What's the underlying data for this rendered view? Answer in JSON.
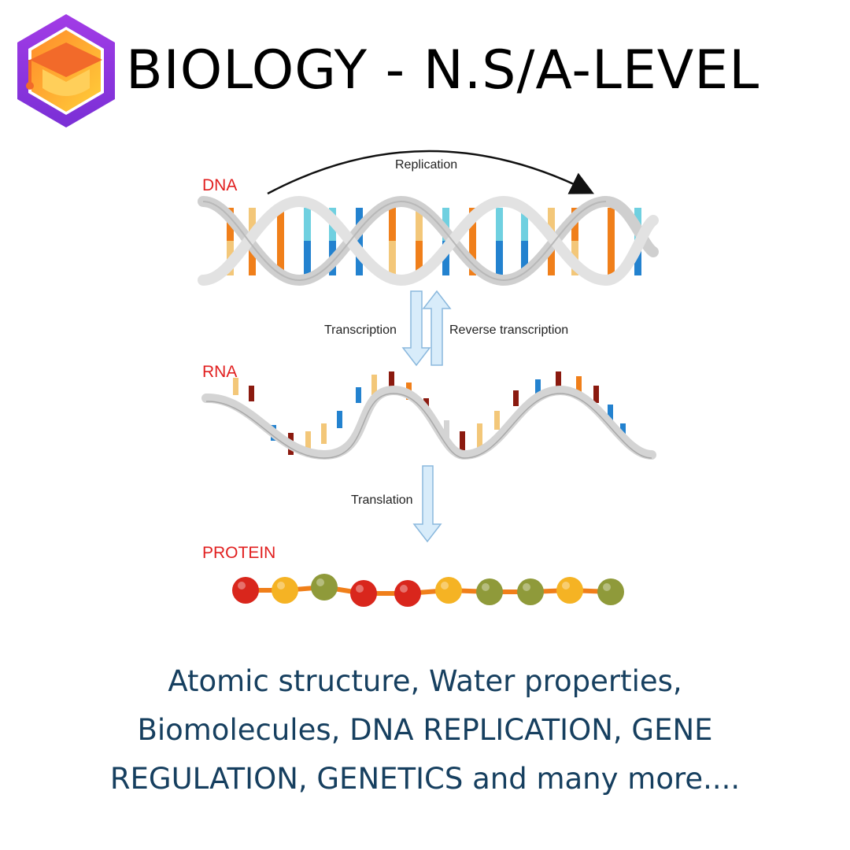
{
  "header": {
    "title": "BIOLOGY - N.S/A-LEVEL",
    "logo_icon": "graduation-cap-hexagon-icon"
  },
  "diagram": {
    "labels": {
      "dna": "DNA",
      "rna": "RNA",
      "protein": "PROTEIN",
      "replication": "Replication",
      "transcription": "Transcription",
      "reverse_transcription": "Reverse transcription",
      "translation": "Translation"
    },
    "colors": {
      "label_red": "#e11f1f",
      "orange": "#f07f1a",
      "blue": "#2382cf",
      "light_blue": "#6fd0e0",
      "tan": "#f3c779",
      "dark_red": "#8b1a0f",
      "bead_red": "#d9261c",
      "bead_yellow": "#f5b324",
      "bead_olive": "#8f9a3a",
      "ribbon": "#d4d4d4",
      "arrow_fill": "#d8ecfa",
      "arrow_stroke": "#8ab8dd"
    }
  },
  "footer": {
    "line1": "Atomic structure, Water properties,",
    "line2": "Biomolecules, DNA REPLICATION, GENE",
    "line3": "REGULATION, GENETICS and many more...."
  }
}
